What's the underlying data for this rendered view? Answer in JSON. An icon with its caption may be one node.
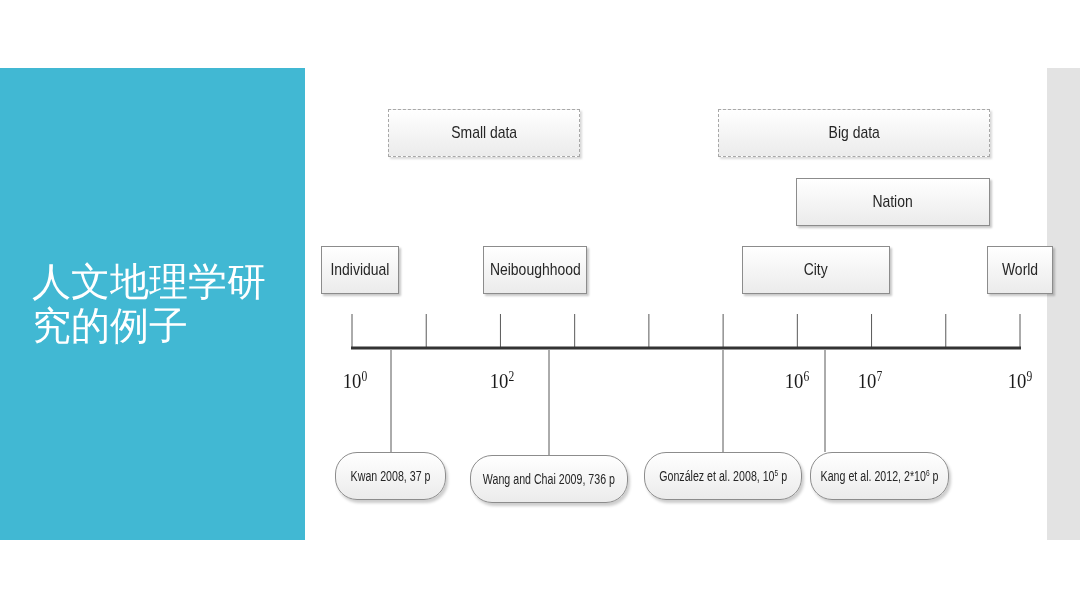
{
  "diagram": {
    "title": "人文地理学研究的例子",
    "nodes": [
      {
        "text": [
          "Small data"
        ]
      },
      {
        "text": [
          "Big data"
        ]
      },
      {
        "text": [
          "Nation"
        ]
      },
      {
        "text": [
          "Individual"
        ]
      },
      {
        "text": [
          "Neiboughhood"
        ]
      },
      {
        "text": [
          "City"
        ]
      },
      {
        "text": [
          "World"
        ]
      },
      {
        "text": [],
        "shape": "bar"
      },
      {
        "text": [
          "Kwan 2008, 37 p"
        ]
      },
      {
        "text": [
          "Wang and Chai 2009, 736 p"
        ]
      },
      {
        "text": [
          "González et al. 2008, 10$^{5}$ p"
        ]
      },
      {
        "text": [
          "Kang et al. 2012, 2*10$^{6}$ p"
        ]
      }
    ],
    "edges": [
      {
        "from": 8,
        "to": 7,
        "arrow": "none"
      },
      {
        "from": 9,
        "to": 7,
        "arrow": "none"
      },
      {
        "from": 10,
        "to": 7,
        "arrow": "none"
      },
      {
        "from": 11,
        "to": 7,
        "arrow": "none"
      }
    ],
    "labels": [
      "10$^{0}$",
      "10$^{2}$",
      "10$^{6}$",
      "10$^{7}$",
      "10$^{9}$"
    ]
  }
}
